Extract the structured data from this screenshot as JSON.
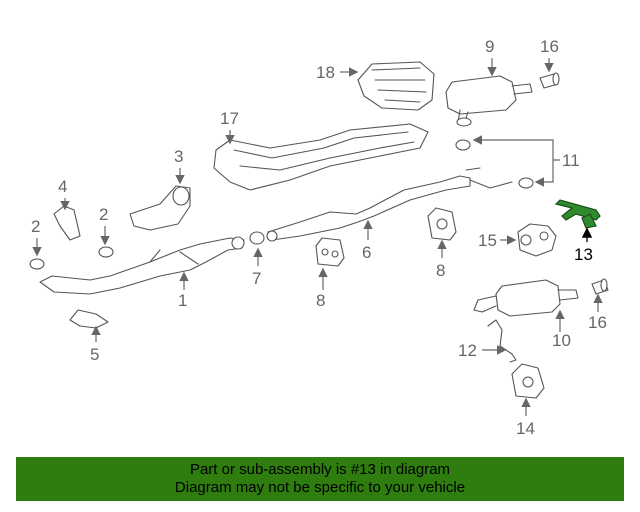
{
  "callouts": {
    "c1": "1",
    "c2a": "2",
    "c2b": "2",
    "c3": "3",
    "c4": "4",
    "c5": "5",
    "c6": "6",
    "c7": "7",
    "c8a": "8",
    "c8b": "8",
    "c9": "9",
    "c10": "10",
    "c11": "11",
    "c12": "12",
    "c13": "13",
    "c14": "14",
    "c15": "15",
    "c16a": "16",
    "c16b": "16",
    "c17": "17",
    "c18": "18"
  },
  "banner": {
    "line1": "Part or sub-assembly is #13 in diagram",
    "line2": "Diagram may not be specific to your vehicle",
    "color": "#2e7d0e"
  },
  "highlight": {
    "part": "13",
    "color": "#2e8b2e"
  }
}
